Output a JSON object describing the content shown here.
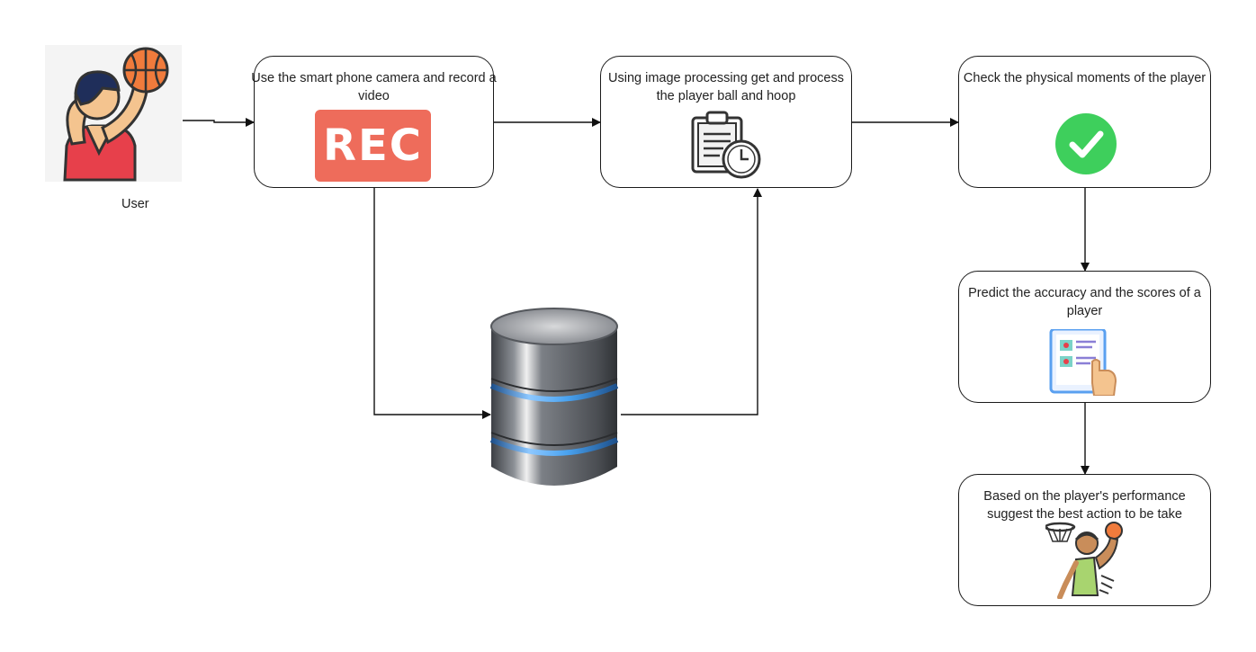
{
  "user": {
    "label": "User"
  },
  "nodes": {
    "record": {
      "text": "Use the smart phone camera and record a video",
      "badge": "REC"
    },
    "process": {
      "text": "Using image processing get and process the player ball and hoop"
    },
    "check": {
      "text": "Check the physical moments of the player"
    },
    "predict": {
      "text": "Predict the accuracy and the scores of a player"
    },
    "suggest": {
      "text": "Based on the player's performance suggest the best action to be take"
    }
  },
  "icons": {
    "user": "basketball-shooter-icon",
    "record": "rec-icon",
    "process": "clipboard-clock-icon",
    "check": "checkmark-icon",
    "predict": "tablet-touch-icon",
    "suggest": "dunk-player-icon",
    "storage": "database-icon"
  },
  "colors": {
    "rec": "#ee6c5b",
    "check": "#3ecf5c",
    "jersey": "#e7404b",
    "ball": "#f07b3c",
    "db": "#5a5e63",
    "db_glow": "#4aa3f0"
  }
}
